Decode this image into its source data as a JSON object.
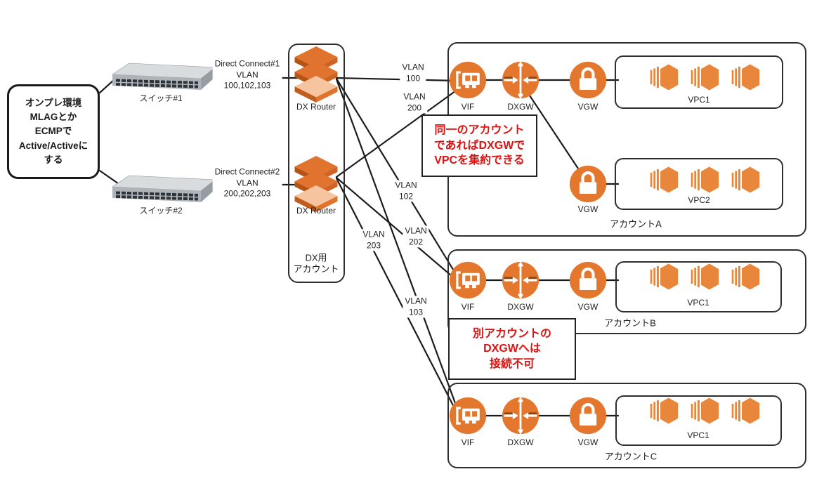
{
  "colors": {
    "aws_orange": "#E4772E",
    "annotation_red": "#E01111",
    "line_black": "#1b1b1b"
  },
  "onprem_box": {
    "text": "オンプレ環境\nMLAGとか\nECMPで\nActive/Activeに\nする"
  },
  "switches": {
    "sw1": "スイッチ#1",
    "sw2": "スイッチ#2"
  },
  "direct_connect": {
    "dc1": "Direct Connect#1\nVLAN\n100,102,103",
    "dc2": "Direct Connect#2\nVLAN\n200,202,203"
  },
  "dx_account": {
    "label": "DX用\nアカウント",
    "router1": "DX Router",
    "router2": "DX Router"
  },
  "vlans": {
    "v100": "VLAN\n100",
    "v200": "VLAN\n200",
    "v102": "VLAN\n102",
    "v202": "VLAN\n202",
    "v203": "VLAN\n203",
    "v103": "VLAN\n103"
  },
  "accounts": {
    "a": {
      "name": "アカウントA",
      "vif": "VIF",
      "dxgw": "DXGW",
      "vgw1": "VGW",
      "vgw2": "VGW",
      "vpc1": "VPC1",
      "vpc2": "VPC2"
    },
    "b": {
      "name": "アカウントB",
      "vif": "VIF",
      "dxgw": "DXGW",
      "vgw": "VGW",
      "vpc1": "VPC1"
    },
    "c": {
      "name": "アカウントC",
      "vif": "VIF",
      "dxgw": "DXGW",
      "vgw": "VGW",
      "vpc1": "VPC1"
    }
  },
  "annotations": {
    "same_account": "同一のアカウント\nであればDXGWで\nVPCを集約できる",
    "other_account": "別アカウントの\nDXGWへは\n接続不可"
  }
}
